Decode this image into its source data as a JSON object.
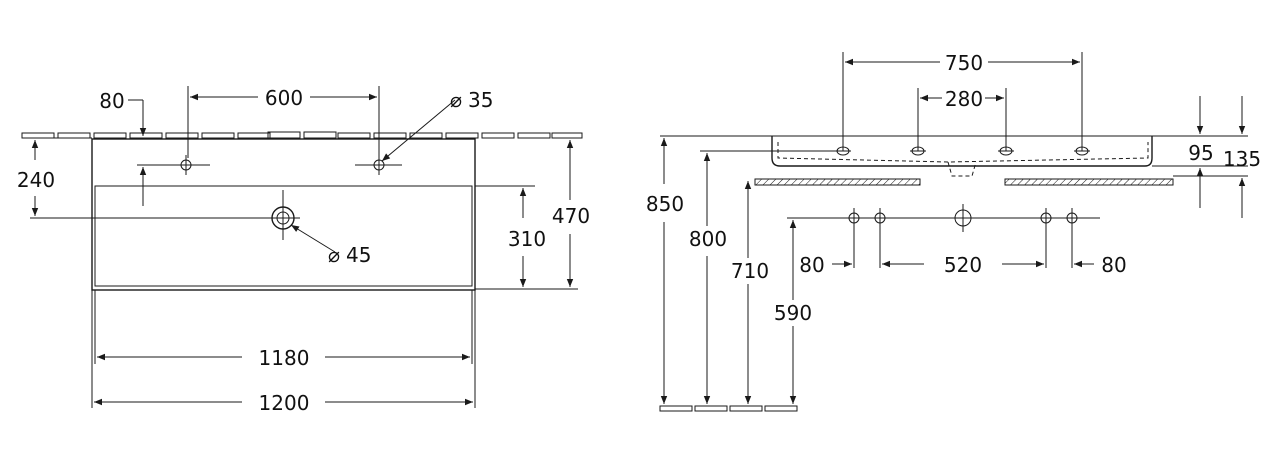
{
  "colors": {
    "line": "#1a1a1a",
    "background": "#ffffff"
  },
  "top_view": {
    "dims": {
      "tap_offset": "80",
      "tap_spacing": "600",
      "tap_hole": "35",
      "tap_depth": "240",
      "basin_depth": "310",
      "total_depth": "470",
      "drain": "45",
      "inner_width": "1180",
      "total_width": "1200"
    }
  },
  "side_view": {
    "dims": {
      "outer_bolts": "750",
      "inner_bolts": "280",
      "rim_drop": "95",
      "rim_height": "135",
      "height_850": "850",
      "height_800": "800",
      "height_710": "710",
      "height_590": "590",
      "edge_left": "80",
      "center_span": "520",
      "edge_right": "80"
    }
  }
}
